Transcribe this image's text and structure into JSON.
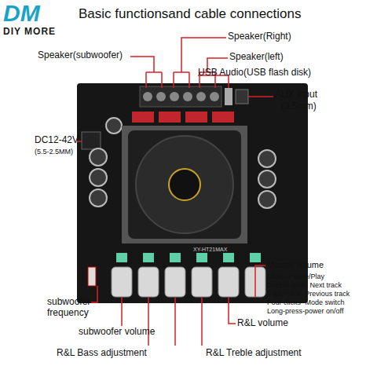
{
  "diagram": {
    "title": "Basic functionsand cable connections",
    "labels": [
      "DM",
      "DIY MORE",
      "Speaker(subwoofer)",
      "Speaker(Right)",
      "Speaker(left)",
      "USB Audio(USB flash disk)",
      "AUX input",
      "(3.5mm)",
      "DC12-42V",
      "(5.5-2.5MM)",
      "XY-HT21MAX",
      "Master volume",
      "Click - Pause/Play",
      "Double-click- Next track",
      "Triple-click- Previous track",
      "Four clicks- Mode switch",
      "Long-press-power on/off",
      "subwoofer frequency",
      "subwoofer volume",
      "R&L Bass adjustment",
      "R&L Treble adjustment",
      "R&L volume"
    ]
  }
}
